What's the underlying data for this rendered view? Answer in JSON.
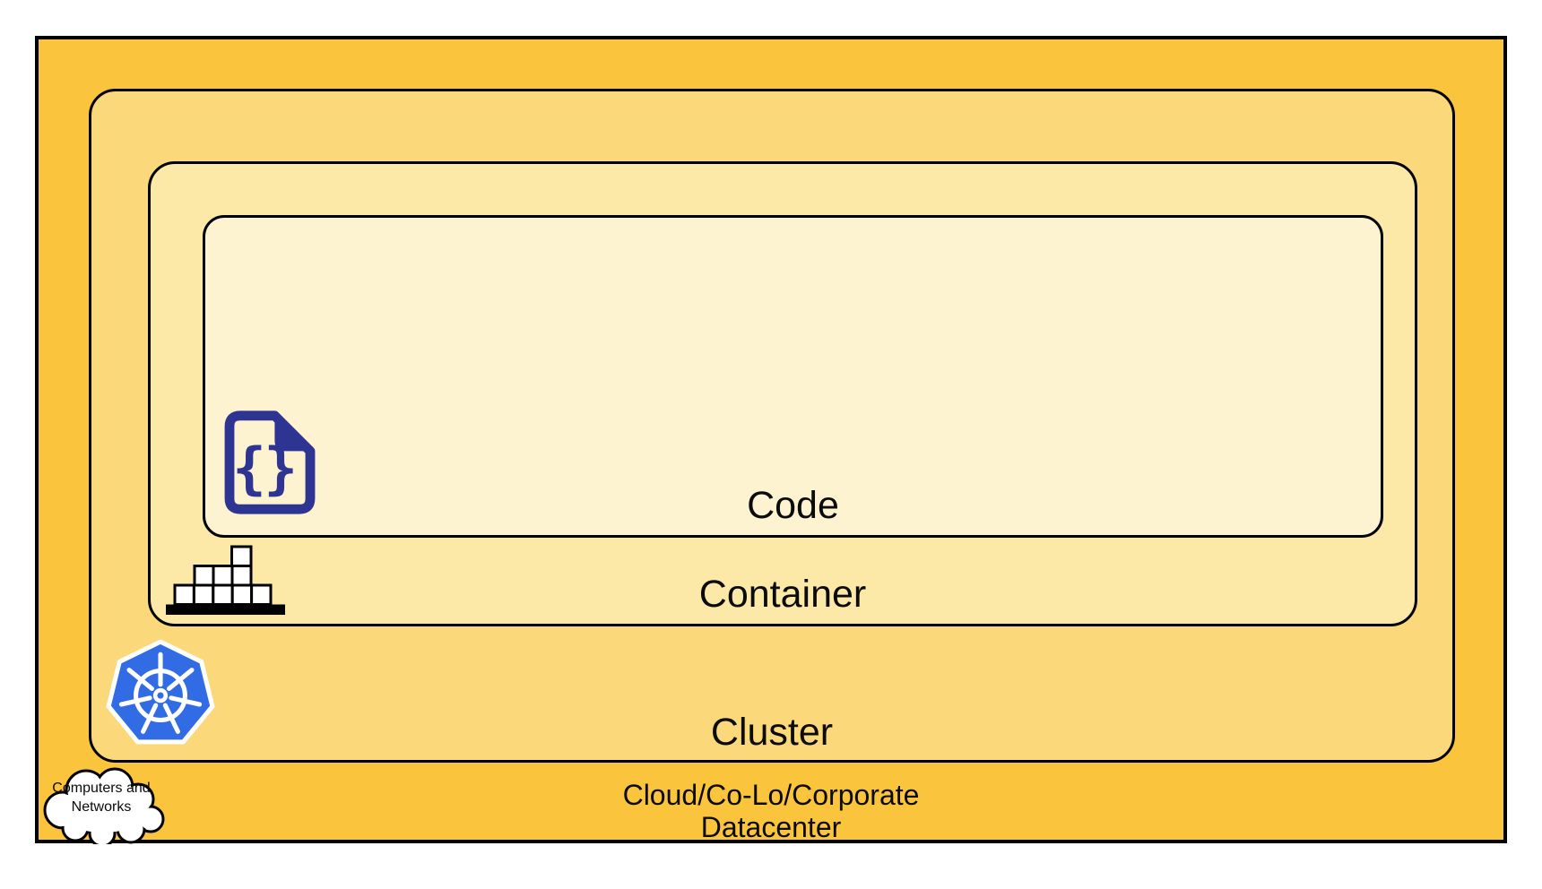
{
  "diagram": {
    "type": "nested-layers",
    "colors": {
      "datacenter_fill": "#FBC43D",
      "cluster_fill": "#FBD87A",
      "container_fill": "#FCE8A7",
      "code_fill": "#FDF3D0",
      "border": "#000000",
      "icon_navy": "#2E3491",
      "kubernetes_blue": "#326CE5"
    },
    "layers": [
      {
        "id": "datacenter",
        "label_line1": "Cloud/Co-Lo/Corporate",
        "label_line2": "Datacenter",
        "icon": "cloud-computers-networks"
      },
      {
        "id": "cluster",
        "label": "Cluster",
        "icon": "kubernetes"
      },
      {
        "id": "container",
        "label": "Container",
        "icon": "container-stack"
      },
      {
        "id": "code",
        "label": "Code",
        "icon": "code-file"
      }
    ],
    "cloud_label": {
      "line1": "Computers and",
      "line2": "Networks"
    },
    "code_icon_glyph": "{}"
  }
}
